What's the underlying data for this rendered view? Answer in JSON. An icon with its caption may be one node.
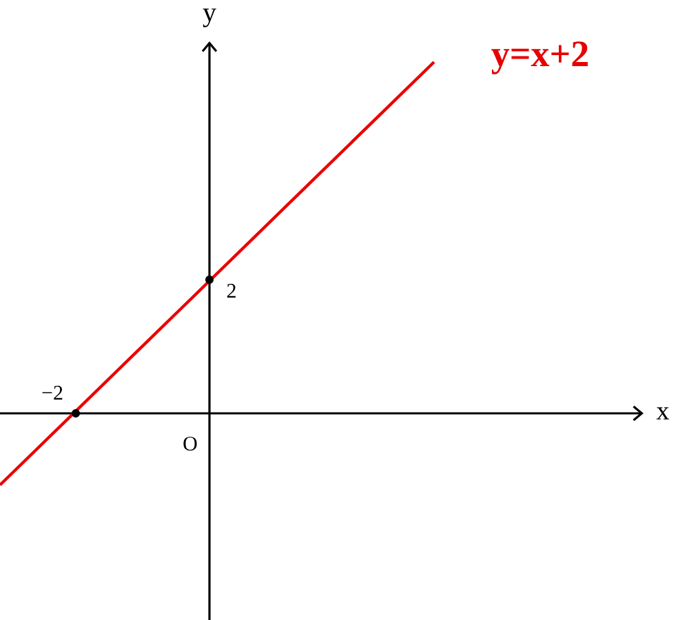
{
  "diagram": {
    "labels": [
      "y",
      "y=x+2",
      "2",
      "−2",
      "x",
      "O"
    ]
  }
}
